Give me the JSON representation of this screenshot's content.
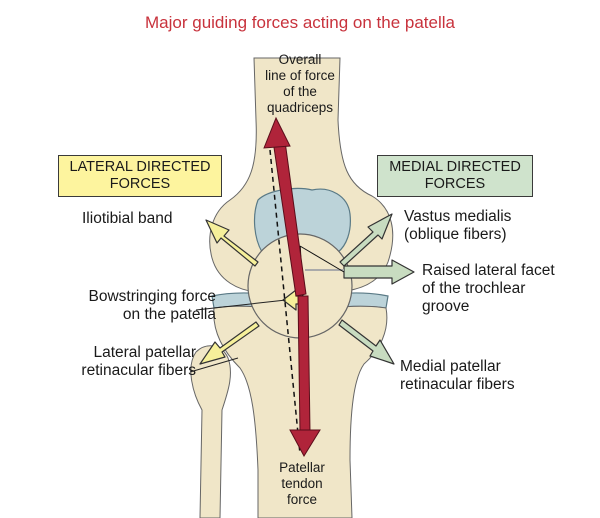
{
  "title": "Major guiding forces acting on the patella",
  "quadriceps_label": [
    "Overall",
    "line of force",
    "of the",
    "quadriceps"
  ],
  "patellar_tendon_label": [
    "Patellar",
    "tendon",
    "force"
  ],
  "lateral_box": [
    "LATERAL DIRECTED",
    "FORCES"
  ],
  "medial_box": [
    "MEDIAL DIRECTED",
    "FORCES"
  ],
  "left_labels": {
    "iliotibial": "Iliotibial band",
    "bowstringing": [
      "Bowstringing force",
      "on the patella"
    ],
    "lateral_retinacular": [
      "Lateral patellar",
      "retinacular fibers"
    ]
  },
  "right_labels": {
    "vastus": [
      "Vastus medialis",
      "(oblique fibers)"
    ],
    "facet": [
      "Raised lateral facet",
      "of the trochlear",
      "groove"
    ],
    "medial_retinacular": [
      "Medial patellar",
      "retinacular fibers"
    ]
  },
  "colors": {
    "title": "#c8323c",
    "bone": "#f0e6c8",
    "cartilage": "#bcd3d9",
    "quadriceps_arrow": "#b0243a",
    "lateral_arrows": "#f6f09a",
    "medial_arrows": "#c8dcc0",
    "lateral_box": "#fdf49e",
    "medial_box": "#cfe3cc"
  }
}
